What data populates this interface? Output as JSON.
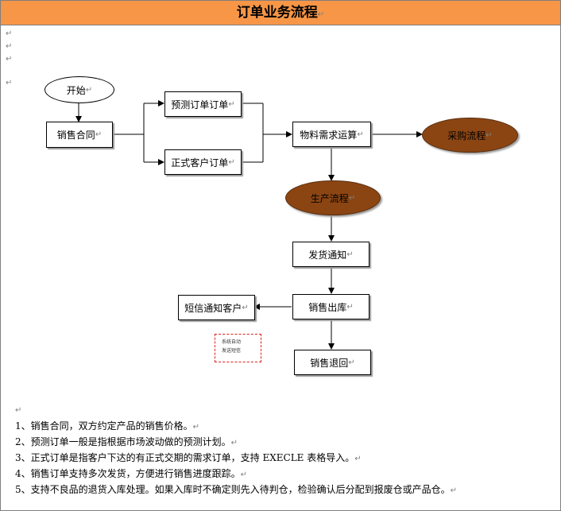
{
  "title": "订单业务流程",
  "paragraph_mark": "↵",
  "colors": {
    "title_bar": "#f79646",
    "subprocess_oval": "#8b4513",
    "note_border": "#e02020"
  },
  "flow": {
    "start": "开始",
    "sales_contract": "销售合同",
    "forecast_order": "预测订单订单",
    "formal_order": "正式客户订单",
    "mrp": "物料需求运算",
    "purchase_process": "采购流程",
    "production_process": "生产流程",
    "delivery_notice": "发货通知",
    "sales_outbound": "销售出库",
    "sms_notify": "短信通知客户",
    "sales_return": "销售退回",
    "auto_note_line1": "系统自动",
    "auto_note_line2": "发送短信"
  },
  "notes": [
    "1、销售合同，双方约定产品的销售价格。",
    "2、预测订单一般是指根据市场波动做的预测计划。",
    "3、正式订单是指客户下达的有正式交期的需求订单，支持 EXECLE 表格导入。",
    "4、销售订单支持多次发货，方便进行销售进度跟踪。",
    "5、支持不良品的退货入库处理。如果入库时不确定则先入待判仓，检验确认后分配到报废仓或产品仓。"
  ]
}
